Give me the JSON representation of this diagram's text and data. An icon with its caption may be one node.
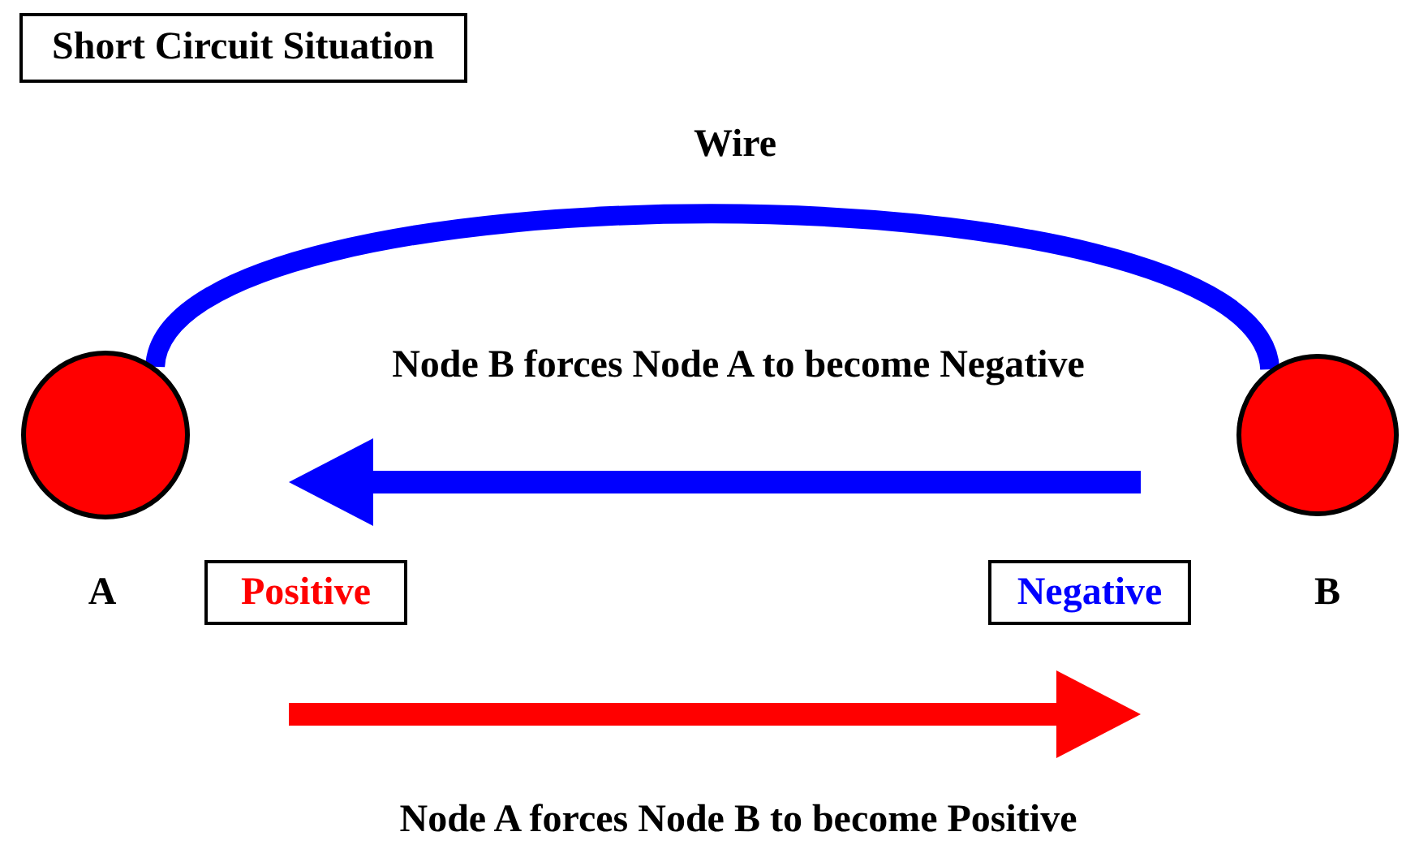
{
  "diagram": {
    "title": "Short Circuit Situation",
    "nodes": [
      {
        "text": [],
        "shape": "circle",
        "beside": [
          "A"
        ]
      },
      {
        "text": [],
        "shape": "circle",
        "beside": [
          "B"
        ]
      },
      {
        "text": [
          "Positive"
        ]
      },
      {
        "text": [
          "Negative"
        ]
      }
    ],
    "edges": [
      {
        "from": 0,
        "to": 1,
        "arrow": "none",
        "label": "Wire",
        "color": "#0000ff"
      }
    ],
    "labels": [
      "Node B forces Node A to become Negative",
      "Node A forces Node B to become Positive"
    ]
  }
}
